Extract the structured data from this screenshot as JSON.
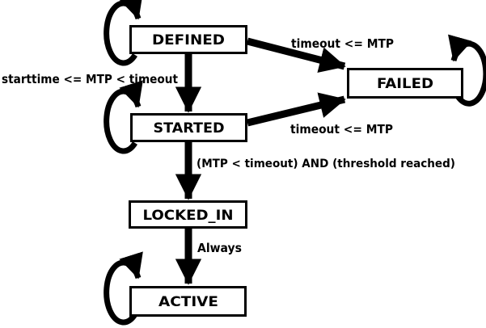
{
  "diagram": {
    "type": "state-machine",
    "colors": {
      "background": "#ffffff",
      "line": "#000000",
      "state_fill": "#ffffff",
      "text": "#000000"
    },
    "states": [
      {
        "name": "DEFINED"
      },
      {
        "name": "STARTED"
      },
      {
        "name": "FAILED"
      },
      {
        "name": "LOCKED_IN"
      },
      {
        "name": "ACTIVE"
      }
    ],
    "transitions": [
      {
        "from": "DEFINED",
        "to": "STARTED",
        "label": "starttime <= MTP < timeout"
      },
      {
        "from": "DEFINED",
        "to": "FAILED",
        "label": "timeout <= MTP"
      },
      {
        "from": "STARTED",
        "to": "FAILED",
        "label": "timeout <= MTP"
      },
      {
        "from": "STARTED",
        "to": "LOCKED_IN",
        "label": "(MTP < timeout) AND (threshold reached)"
      },
      {
        "from": "LOCKED_IN",
        "to": "ACTIVE",
        "label": "Always"
      },
      {
        "from": "DEFINED",
        "to": "DEFINED",
        "label": ""
      },
      {
        "from": "STARTED",
        "to": "STARTED",
        "label": ""
      },
      {
        "from": "FAILED",
        "to": "FAILED",
        "label": ""
      },
      {
        "from": "ACTIVE",
        "to": "ACTIVE",
        "label": ""
      }
    ]
  }
}
